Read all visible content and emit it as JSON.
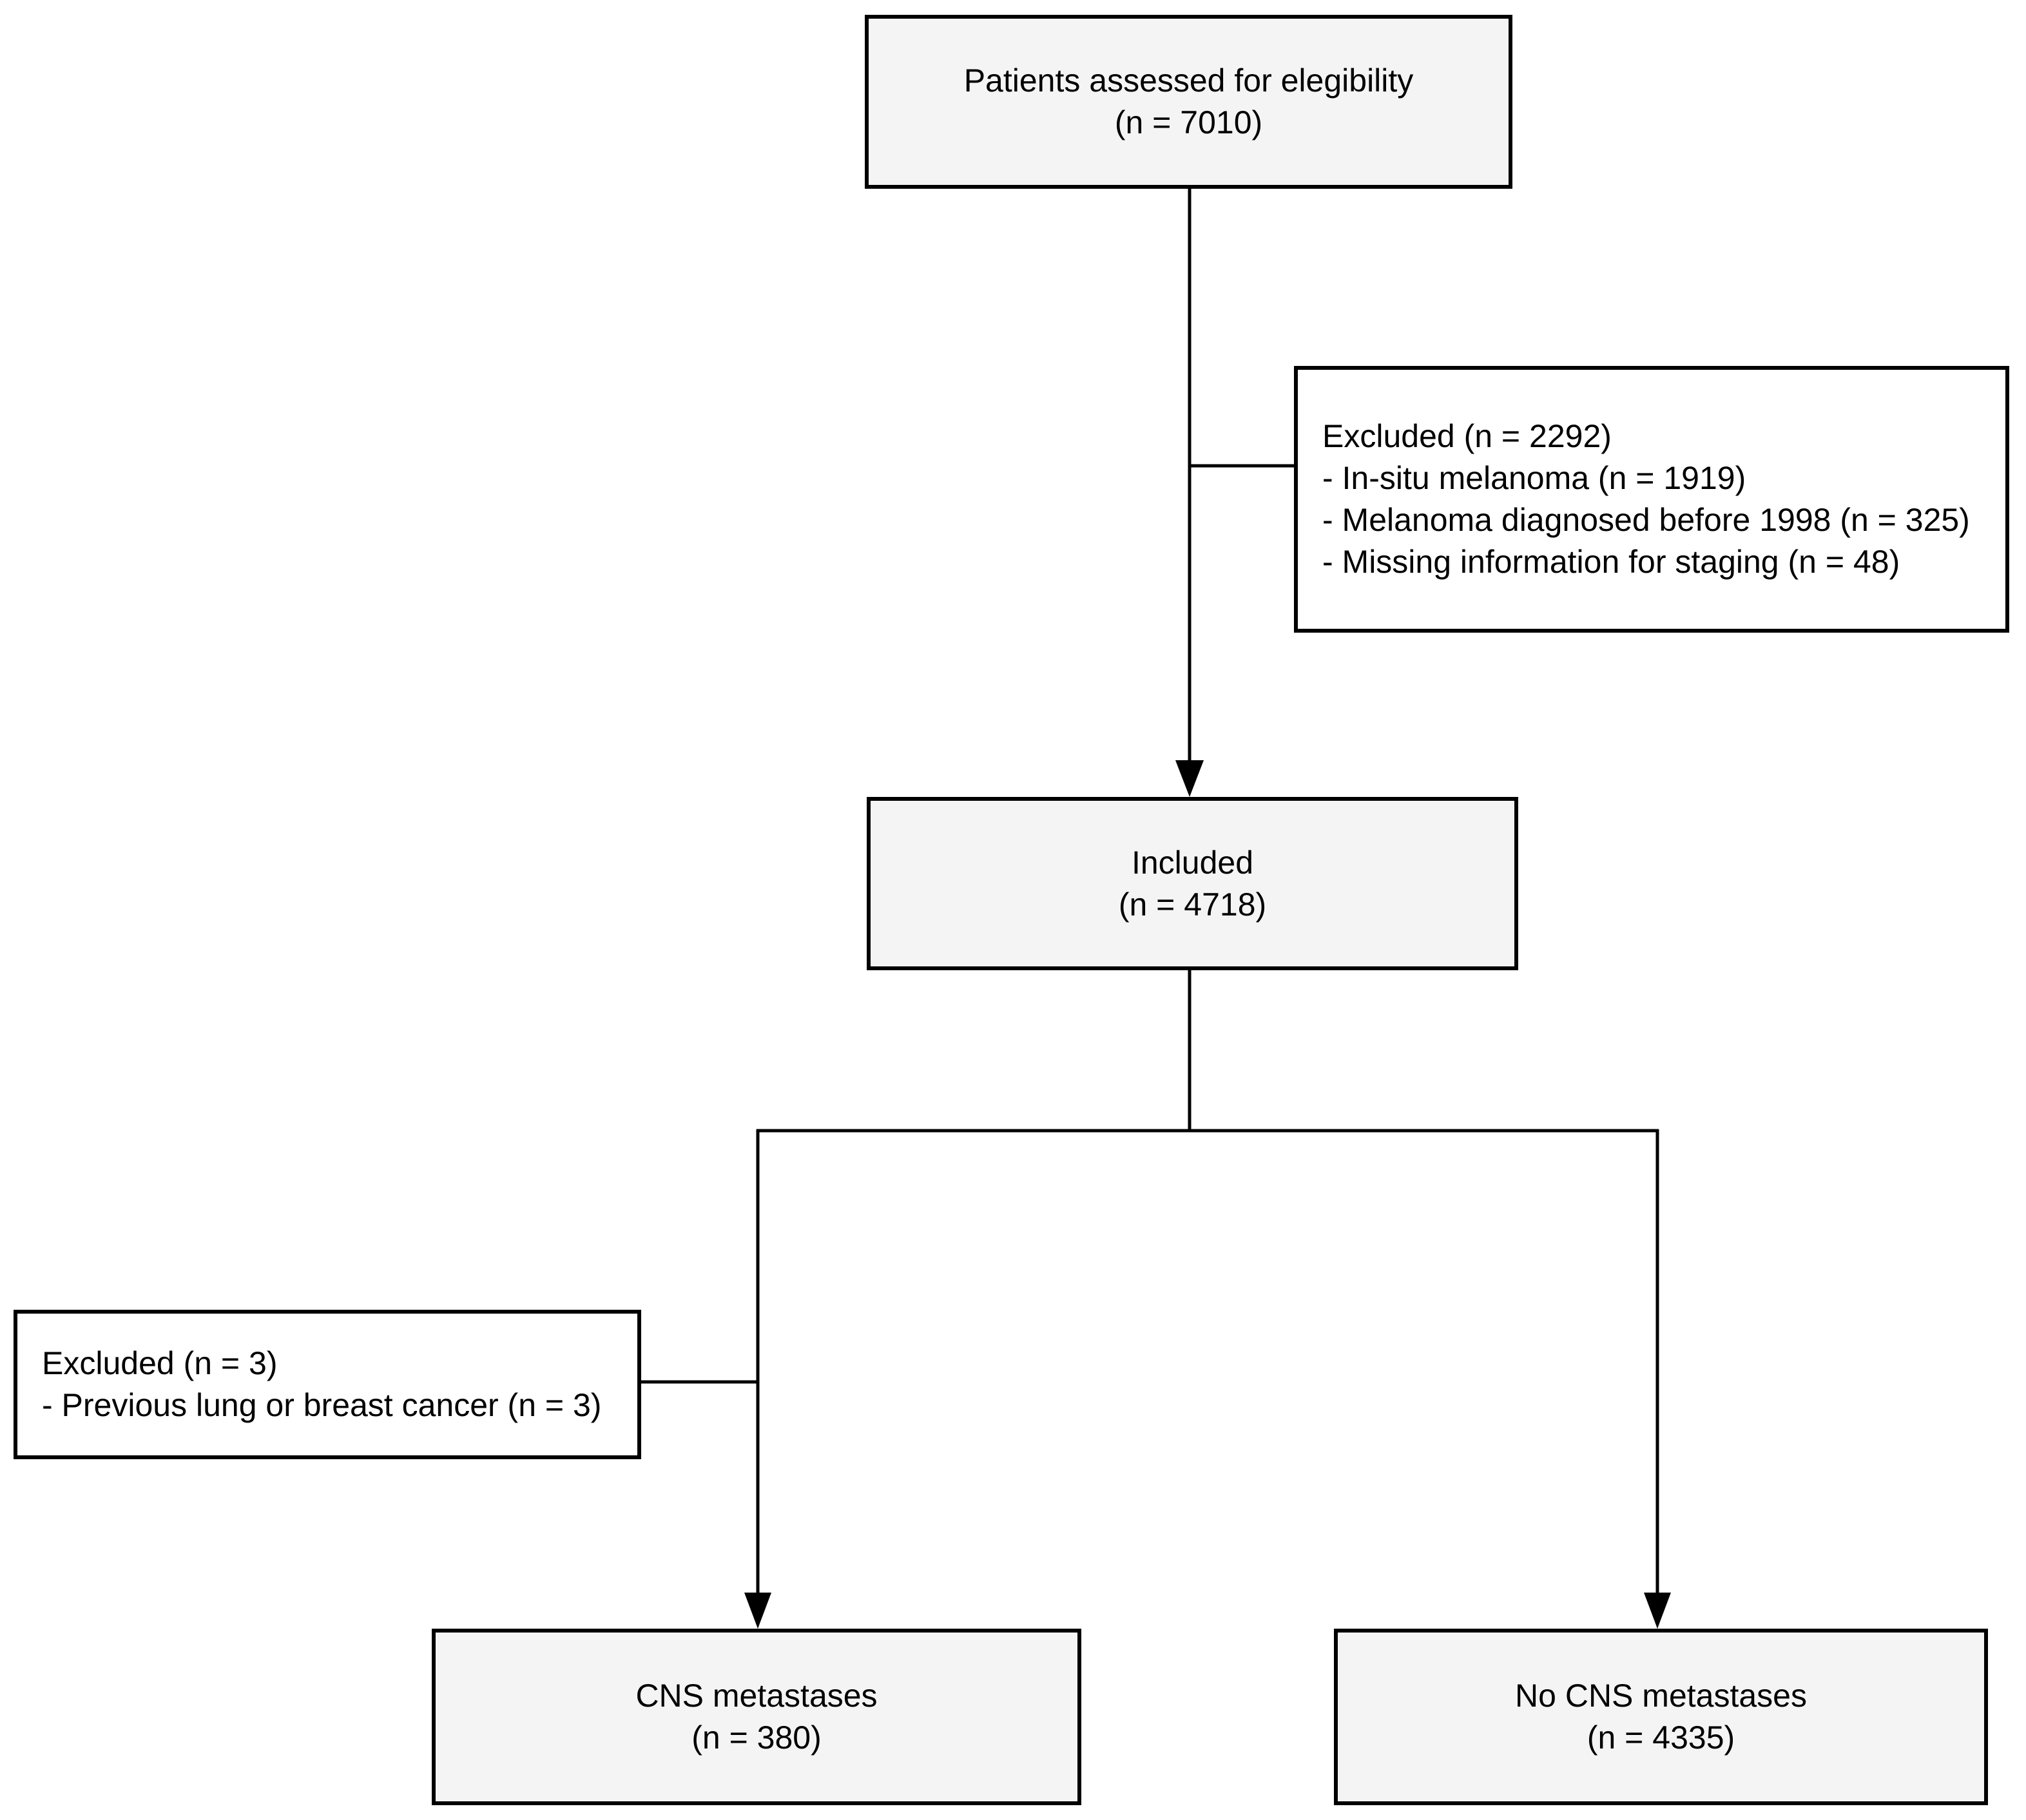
{
  "diagram": {
    "type": "patient-flowchart",
    "background_color": "#ffffff",
    "node_fill_primary": "#f4f4f4",
    "node_fill_secondary": "#ffffff",
    "line_color": "#000000",
    "nodes": {
      "assessed": {
        "title": "Patients assessed for elegibility",
        "count": "(n = 7010)"
      },
      "excluded_main": {
        "line1": "Excluded (n = 2292)",
        "line2": "- In-situ melanoma (n = 1919)",
        "line3": "- Melanoma diagnosed before 1998 (n = 325)",
        "line4": "- Missing information for staging (n = 48)"
      },
      "included": {
        "title": "Included",
        "count": "(n = 4718)"
      },
      "excluded_secondary": {
        "line1": "Excluded (n = 3)",
        "line2": "- Previous lung or breast cancer (n = 3)"
      },
      "cns_metastases": {
        "title": "CNS metastases",
        "count": "(n = 380)"
      },
      "no_cns_metastases": {
        "title": "No CNS metastases",
        "count": "(n = 4335)"
      }
    }
  }
}
